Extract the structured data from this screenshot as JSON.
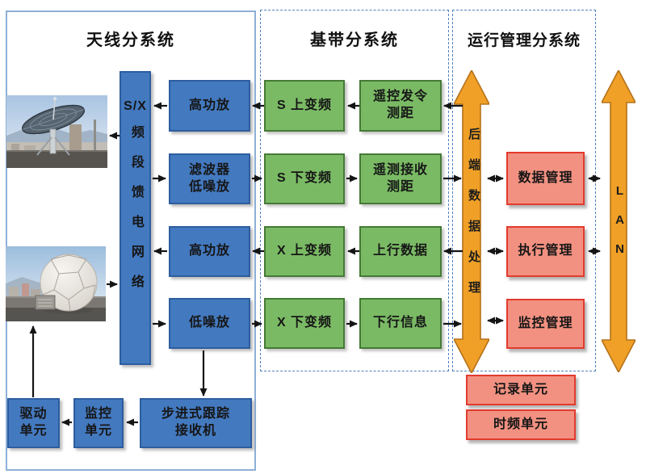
{
  "colors": {
    "blue": "#4379bf",
    "blue_border": "#2d5d9f",
    "green": "#7aba64",
    "green_border": "#457a36",
    "salmon": "#f29181",
    "salmon_border": "#e23b2e",
    "orange": "#f0a027",
    "orange_border": "#b5721a",
    "dash": "#4f81bd",
    "antenna_border": "#8db0d8"
  },
  "antenna": {
    "title": "天线分系统",
    "feed_sx": "S/X",
    "feed_vertical": "频段馈电网络",
    "hpa_s": "高功放",
    "filter_lna_1": "滤波器",
    "filter_lna_2": "低噪放",
    "hpa_x": "高功放",
    "lna": "低噪放",
    "drive_1": "驱动",
    "drive_2": "单元",
    "monitor_1": "监控",
    "monitor_2": "单元",
    "tracker_1": "步进式跟踪",
    "tracker_2": "接收机"
  },
  "baseband": {
    "title": "基带分系统",
    "s_up": "S 上变频",
    "s_down": "S 下变频",
    "x_up": "X 上变频",
    "x_down": "X 下变频",
    "telecommand_1": "遥控发令",
    "telecommand_2": "测距",
    "telemetry_1": "遥测接收",
    "telemetry_2": "测距",
    "uplink": "上行数据",
    "downlink": "下行信息"
  },
  "management": {
    "title": "运行管理分系统",
    "backend_label": "后端数据处理",
    "lan_label": "LAN",
    "data_mgmt": "数据管理",
    "exec_mgmt": "执行管理",
    "monitor_mgmt": "监控管理",
    "record_unit": "记录单元",
    "time_freq_unit": "时频单元"
  }
}
